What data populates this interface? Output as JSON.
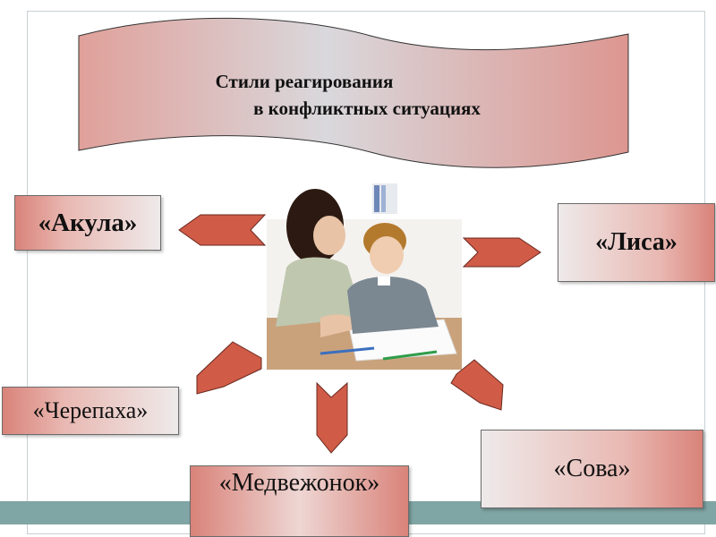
{
  "banner": {
    "title_line1": "Стили реагирования",
    "title_line2": "в конфликтных ситуациях"
  },
  "styles": {
    "shark": "«Акула»",
    "fox": "«Лиса»",
    "turtle": "«Черепаха»",
    "teddy": "«Медвежонок»",
    "owl": "«Сова»"
  },
  "colors": {
    "box_accent": "#d9837a",
    "arrow_fill": "#d05b47",
    "band": "#7fa5a4"
  }
}
